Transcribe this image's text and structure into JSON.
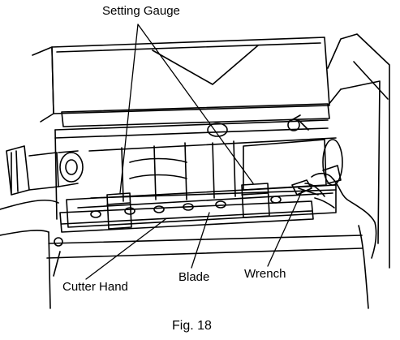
{
  "labels": {
    "setting_gauge": "Setting Gauge",
    "cutter_hand": "Cutter Hand",
    "blade": "Blade",
    "wrench": "Wrench"
  },
  "caption": "Fig. 18",
  "colors": {
    "line": "#000000",
    "background": "#ffffff"
  }
}
